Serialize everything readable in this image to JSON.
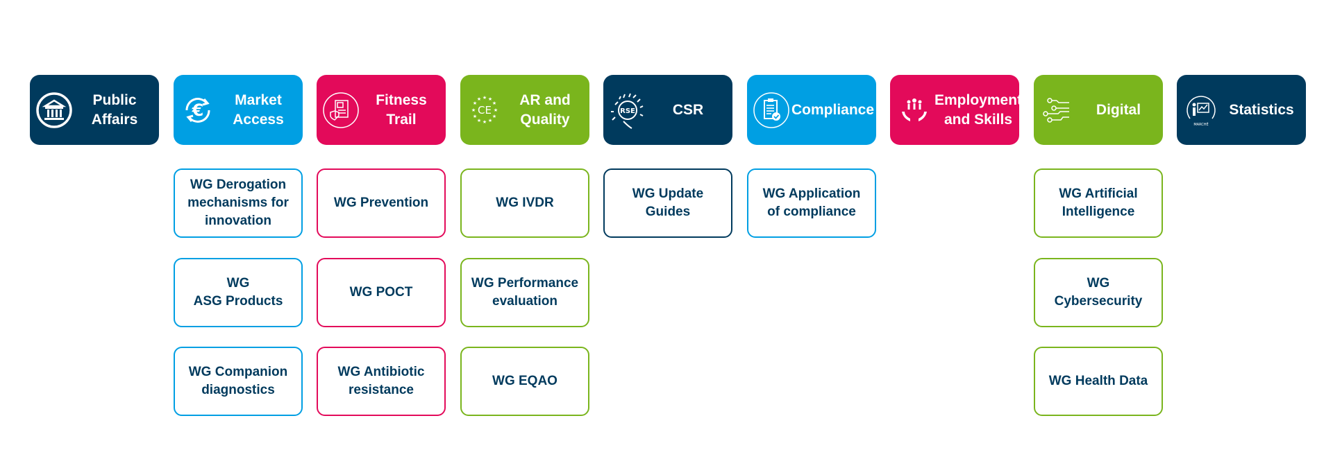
{
  "colors": {
    "navy": "#003a5d",
    "blue": "#009fe3",
    "magenta": "#e30a5a",
    "green": "#7ab51d",
    "text": "#003a5d"
  },
  "themes": [
    {
      "label": "Public\nAffairs",
      "icon": "government-building-icon",
      "color": "#003a5d",
      "working_groups": []
    },
    {
      "label": "Market\nAccess",
      "icon": "euro-exchange-icon",
      "color": "#009fe3",
      "working_groups": [
        "WG Derogation\nmechanisms for\ninnovation",
        "WG\nASG Products",
        "WG Companion\ndiagnostics"
      ]
    },
    {
      "label": "Fitness\nTrail",
      "icon": "medical-document-shield-icon",
      "color": "#e30a5a",
      "working_groups": [
        "WG Prevention",
        "WG POCT",
        "WG  Antibiotic\nresistance"
      ]
    },
    {
      "label": "AR and\nQuality",
      "icon": "ce-mark-stars-icon",
      "color": "#7ab51d",
      "working_groups": [
        "WG IVDR",
        "WG Performance\nevaluation",
        "WG EQAO"
      ]
    },
    {
      "label": "CSR",
      "icon": "rse-globe-icon",
      "color": "#003a5d",
      "working_groups": [
        "WG Update\nGuides"
      ]
    },
    {
      "label": "Compliance",
      "icon": "clipboard-check-icon",
      "color": "#009fe3",
      "working_groups": [
        "WG Application\nof compliance"
      ]
    },
    {
      "label": "Employment\nand Skills",
      "icon": "people-hands-icon",
      "color": "#e30a5a",
      "working_groups": []
    },
    {
      "label": "Digital",
      "icon": "circuit-icon",
      "color": "#7ab51d",
      "working_groups": [
        "WG Artificial\nIntelligence",
        "WG\nCybersecurity",
        "WG Health Data"
      ]
    },
    {
      "label": "Statistics",
      "icon": "market-chart-icon",
      "color": "#003a5d",
      "working_groups": []
    }
  ]
}
